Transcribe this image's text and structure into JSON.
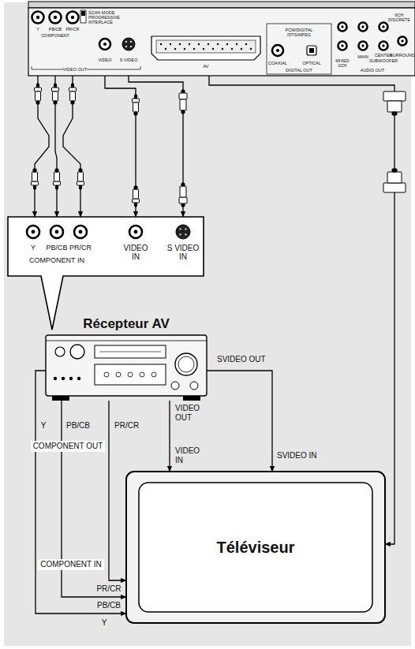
{
  "diagram": {
    "nodes": [
      {
        "text": [
          "Y",
          "PB/CB",
          "PR/CR",
          "COMPONENT",
          "SCAN MODE",
          "PROGRESSIVE",
          "INTERLACE",
          "VIDEO",
          "S VIDEO",
          "VIDEO OUT",
          "AV",
          "PCM/DIGITAL /DTS/MPEG",
          "COAXIAL",
          "OPTICAL",
          "DIGITAL OUT",
          "MIXED 2CH",
          "6CH DISCRETE",
          "MAIN",
          "CENTER",
          "SUBWOOFER",
          "SURROUND",
          "AUDIO OUT"
        ]
      },
      {
        "text": [
          "Y",
          "PB/CB",
          "PR/CR",
          "COMPONENT IN",
          "VIDEO IN",
          "S VIDEO IN"
        ]
      },
      {
        "text": [
          "Récepteur AV"
        ]
      },
      {
        "text": [
          "Téléviseur"
        ]
      }
    ],
    "edges": [
      {
        "from": 0,
        "to": 1,
        "arrow": "to"
      },
      {
        "from": 0,
        "to": 1,
        "arrow": "to"
      },
      {
        "from": 0,
        "to": 1,
        "arrow": "to"
      },
      {
        "from": 0,
        "to": 1,
        "arrow": "to"
      },
      {
        "from": 0,
        "to": 1,
        "arrow": "to"
      },
      {
        "from": 2,
        "to": 3,
        "arrow": "to"
      },
      {
        "from": 2,
        "to": 3,
        "arrow": "to"
      },
      {
        "from": 2,
        "to": 3,
        "arrow": "to"
      },
      {
        "from": 2,
        "to": 3,
        "arrow": "to"
      },
      {
        "from": 2,
        "to": 3,
        "arrow": "to"
      },
      {
        "from": 0,
        "to": 3,
        "arrow": "to"
      }
    ],
    "labels": [
      "SVIDEO OUT",
      "Y",
      "PB/CB",
      "PR/CR",
      "COMPONENT OUT",
      "VIDEO OUT",
      "VIDEO IN",
      "SVIDEO IN",
      "COMPONENT IN",
      "PR/CR",
      "PB/CB",
      "Y"
    ]
  }
}
